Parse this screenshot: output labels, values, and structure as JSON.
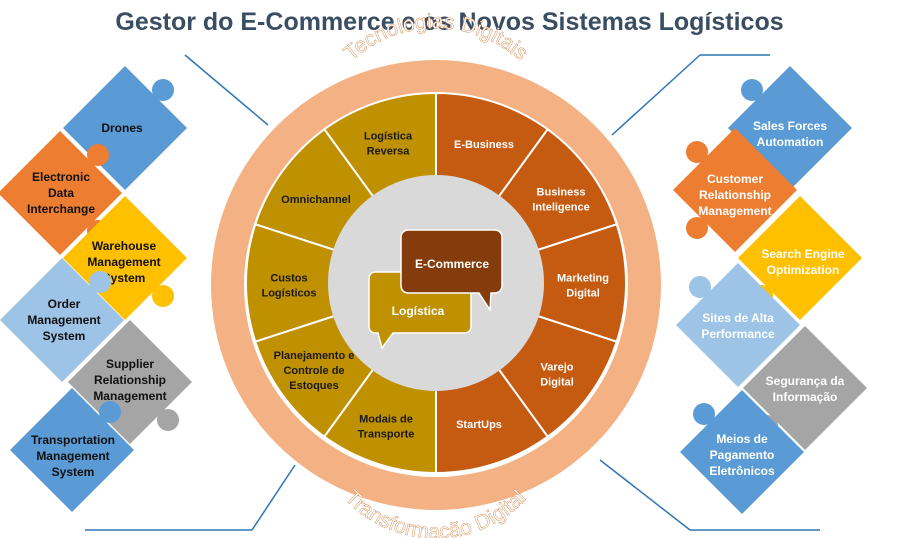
{
  "title": "Gestor do E-Commerce e os Novos Sistemas Logísticos",
  "ring": {
    "top_label": "Tecnologias Digitais",
    "bottom_label": "Transformação Digital"
  },
  "center": {
    "bubble_top": "E-Commerce",
    "bubble_bottom": "Logística"
  },
  "left_segments": [
    {
      "lines": [
        "Logística",
        "Reversa"
      ]
    },
    {
      "lines": [
        "Omnichannel"
      ]
    },
    {
      "lines": [
        "Custos",
        "Logísticos"
      ]
    },
    {
      "lines": [
        "Planejamento e",
        "Controle de",
        "Estoques"
      ]
    },
    {
      "lines": [
        "Modais de",
        "Transporte"
      ]
    }
  ],
  "right_segments": [
    {
      "lines": [
        "E-Business"
      ]
    },
    {
      "lines": [
        "Business",
        "Inteligence"
      ]
    },
    {
      "lines": [
        "Marketing",
        "Digital"
      ]
    },
    {
      "lines": [
        "Varejo",
        "Digital"
      ]
    },
    {
      "lines": [
        "StartUps"
      ]
    }
  ],
  "left_pieces": [
    {
      "lines": [
        "Drones"
      ],
      "color": "#5b9bd5"
    },
    {
      "lines": [
        "Electronic",
        "Data",
        "Interchange"
      ],
      "color": "#ed7d31"
    },
    {
      "lines": [
        "Warehouse",
        "Management",
        "System"
      ],
      "color": "#ffc000"
    },
    {
      "lines": [
        "Order",
        "Management",
        "System"
      ],
      "color": "#9dc3e6"
    },
    {
      "lines": [
        "Supplier",
        "Relationship",
        "Management"
      ],
      "color": "#a5a5a5"
    },
    {
      "lines": [
        "Transportation",
        "Management",
        "System"
      ],
      "color": "#5b9bd5"
    }
  ],
  "right_pieces": [
    {
      "lines": [
        "Sales Forces",
        "Automation"
      ],
      "color": "#5b9bd5"
    },
    {
      "lines": [
        "Customer",
        "Relationship",
        "Management"
      ],
      "color": "#ed7d31"
    },
    {
      "lines": [
        "Search Engine",
        "Optimization"
      ],
      "color": "#ffc000"
    },
    {
      "lines": [
        "Sites de Alta",
        "Performance"
      ],
      "color": "#9dc3e6"
    },
    {
      "lines": [
        "Segurança da",
        "Informação"
      ],
      "color": "#a5a5a5"
    },
    {
      "lines": [
        "Meios de",
        "Pagamento",
        "Eletrônicos"
      ],
      "color": "#5b9bd5"
    }
  ],
  "colors": {
    "ring": "#f4b183",
    "left_segment": "#bf9000",
    "right_segment": "#c55a11",
    "bubble_top": "#843c0c",
    "bubble_bottom": "#bf9000",
    "connector": "#2e75b6",
    "title": "#3a4e63"
  }
}
